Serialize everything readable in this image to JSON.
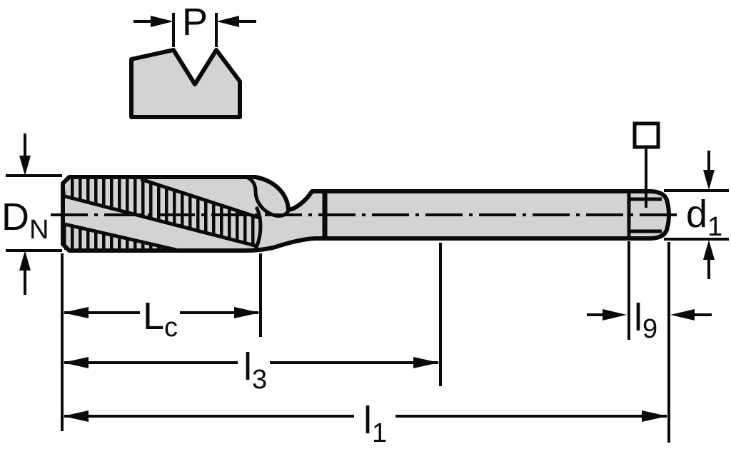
{
  "document": {
    "type": "technical-drawing",
    "subject": "spiral-flute-tap-side-view-with-dimensions",
    "colors": {
      "background": "#ffffff",
      "line": "#0a0a0a",
      "metal_fill": "#d3d3d3",
      "square_symbol_fill": "#ffffff"
    }
  },
  "labels": {
    "pitch": {
      "main": "P",
      "sub": ""
    },
    "nominal_thread_diameter": {
      "main": "D",
      "sub": "N"
    },
    "shank_diameter": {
      "main": "d",
      "sub": "1"
    },
    "chamfer_length": {
      "main": "L",
      "sub": "c"
    },
    "thread_length": {
      "main": "l",
      "sub": "3"
    },
    "square_length": {
      "main": "l",
      "sub": "9"
    },
    "overall_length": {
      "main": "l",
      "sub": "1"
    }
  },
  "symbols": {
    "square_drive": "square-outline-symbol"
  }
}
